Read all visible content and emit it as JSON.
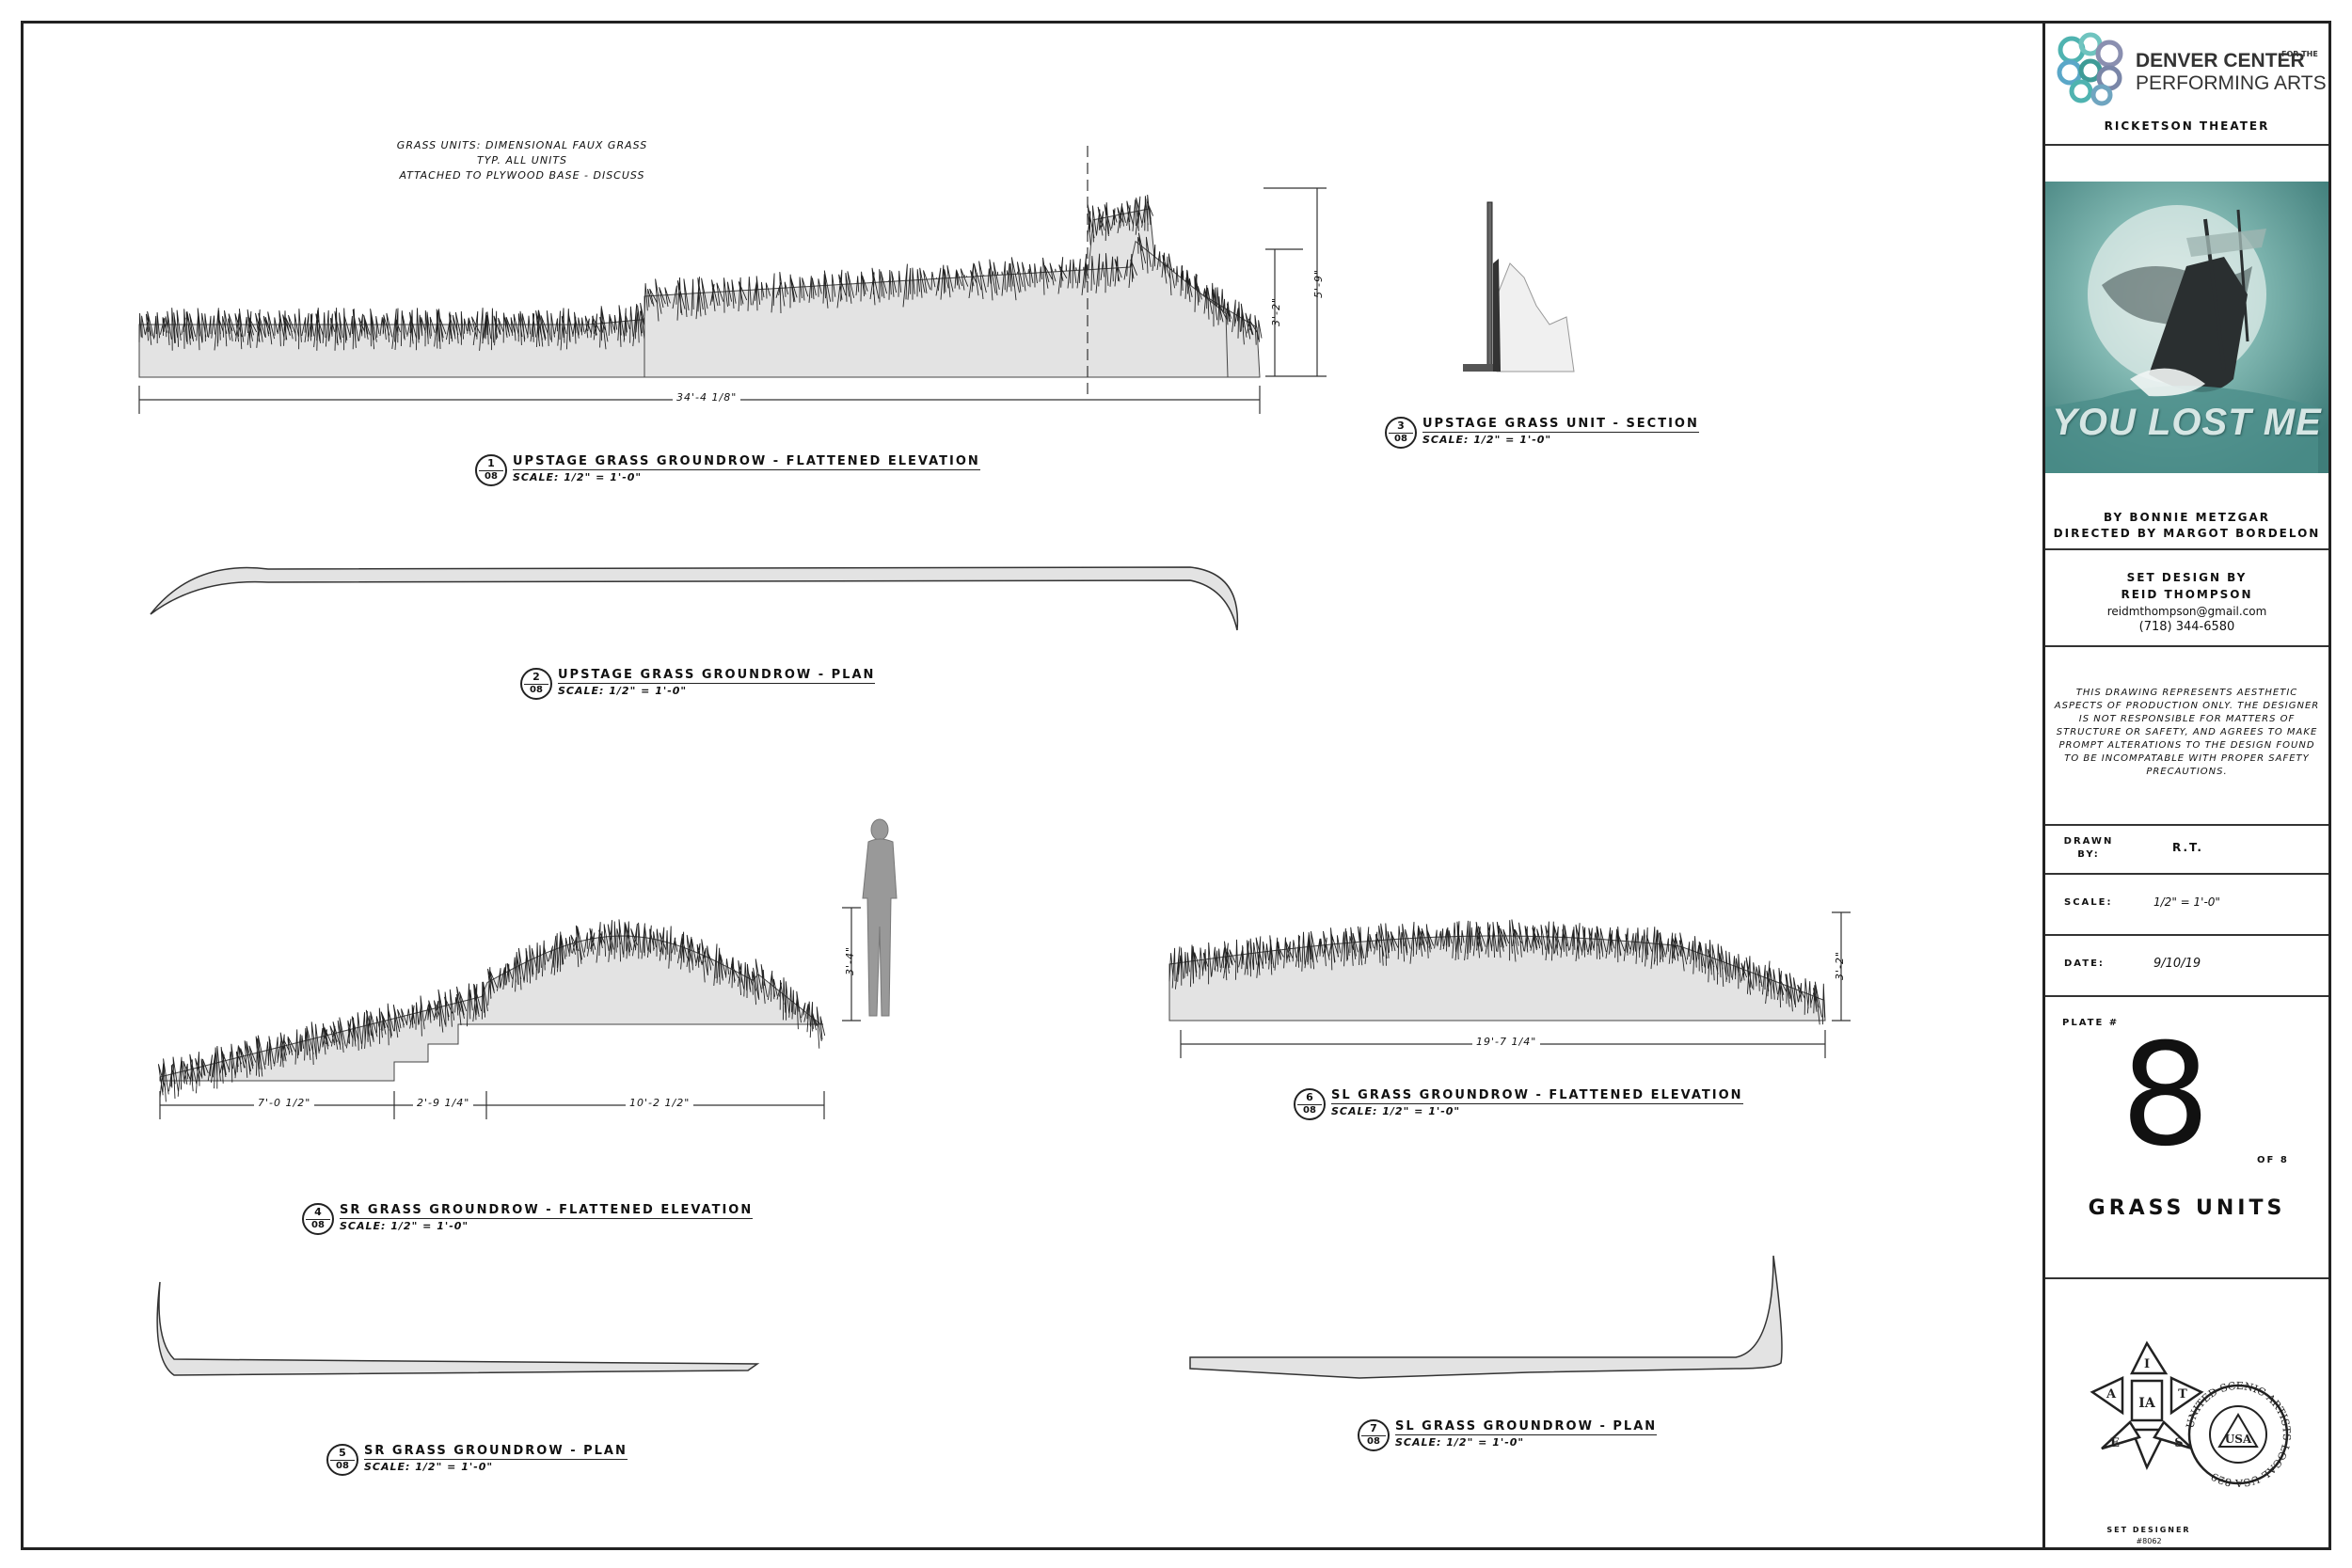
{
  "notes": {
    "grass_note_line1": "GRASS UNITS: DIMENSIONAL FAUX GRASS",
    "grass_note_line2": "TYP. ALL UNITS",
    "grass_note_line3": "ATTACHED TO PLYWOOD BASE - DISCUSS"
  },
  "drawings": [
    {
      "num": "1",
      "page": "08",
      "title": "UPSTAGE GRASS GROUNDROW - FLATTENED ELEVATION",
      "scale": "SCALE: 1/2\" = 1'-0\""
    },
    {
      "num": "2",
      "page": "08",
      "title": "UPSTAGE GRASS GROUNDROW - PLAN",
      "scale": "SCALE: 1/2\" = 1'-0\""
    },
    {
      "num": "3",
      "page": "08",
      "title": "UPSTAGE GRASS UNIT - SECTION",
      "scale": "SCALE: 1/2\" = 1'-0\""
    },
    {
      "num": "4",
      "page": "08",
      "title": "SR GRASS GROUNDROW - FLATTENED ELEVATION",
      "scale": "SCALE: 1/2\" = 1'-0\""
    },
    {
      "num": "5",
      "page": "08",
      "title": "SR GRASS GROUNDROW - PLAN",
      "scale": "SCALE: 1/2\" = 1'-0\""
    },
    {
      "num": "6",
      "page": "08",
      "title": "SL GRASS GROUNDROW - FLATTENED ELEVATION",
      "scale": "SCALE: 1/2\" = 1'-0\""
    },
    {
      "num": "7",
      "page": "08",
      "title": "SL GRASS GROUNDROW - PLAN",
      "scale": "SCALE: 1/2\" = 1'-0\""
    }
  ],
  "dimensions": {
    "d1_width": "34'-4 1/8\"",
    "d1_h1": "3'-2\"",
    "d1_h2": "5'-9\"",
    "d4_h": "3'-4\"",
    "d4_w1": "7'-0 1/2\"",
    "d4_w2": "2'-9 1/4\"",
    "d4_w3": "10'-2 1/2\"",
    "d6_width": "19'-7 1/4\"",
    "d6_h": "3'-2\""
  },
  "title_block": {
    "org_line1": "DENVER CENTER",
    "org_for_the": "FOR THE",
    "org_line2": "PERFORMING ARTS",
    "theater": "RICKETSON THEATER",
    "poster_title": "YOU LOST ME",
    "by_line": "BY BONNIE METZGAR",
    "directed_line": "DIRECTED BY MARGOT BORDELON",
    "set_design_by": "SET DESIGN BY",
    "designer": "REID THOMPSON",
    "email": "reidmthompson@gmail.com",
    "phone": "(718) 344-6580",
    "disclaimer": "THIS DRAWING REPRESENTS AESTHETIC ASPECTS OF PRODUCTION ONLY. THE DESIGNER IS NOT RESPONSIBLE FOR MATTERS OF STRUCTURE OR SAFETY, AND AGREES TO MAKE PROMPT ALTERATIONS TO THE DESIGN FOUND TO BE INCOMPATABLE WITH PROPER SAFETY PRECAUTIONS.",
    "drawn_by_label": "DRAWN BY:",
    "drawn_by_value": "R.T.",
    "scale_label": "SCALE:",
    "scale_value": "1/2\" = 1'-0\"",
    "date_label": "DATE:",
    "date_value": "9/10/19",
    "plate_label": "PLATE #",
    "plate_number": "8",
    "plate_of": "OF 8",
    "sheet_title": "GRASS UNITS",
    "union_set_designer": "SET DESIGNER",
    "union_number": "#8062",
    "iatse_letters": [
      "I",
      "A",
      "T",
      "S",
      "E"
    ],
    "iatse_center": "IA",
    "usa_seal_text": "UNITED SCENIC ARTISTS LOCAL USA 829",
    "usa_center": "USA"
  },
  "colors": {
    "ink": "#222222",
    "fill": "#e3e3e3",
    "poster_bg": "#5e9e9a",
    "poster_text": "#d6e6e4",
    "logo_teal": "#4fb3b0"
  }
}
